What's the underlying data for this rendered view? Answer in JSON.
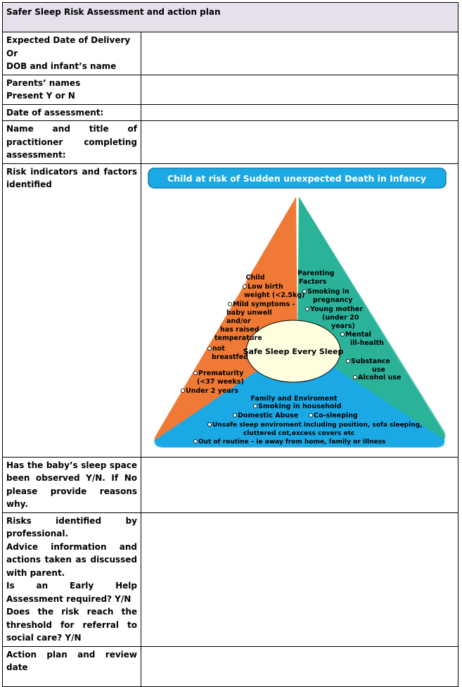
{
  "form": {
    "title": "Safer Sleep Risk Assessment and action plan",
    "rows": [
      {
        "lines": [
          "Expected Date of Delivery",
          "Or",
          "DOB and infant’s name"
        ]
      },
      {
        "lines": [
          "Parents’ names",
          "Present Y or N"
        ]
      },
      {
        "lines": [
          "Date of assessment:"
        ]
      },
      {
        "lines": [
          "Name and title of practitioner completing assessment:"
        ]
      },
      {
        "lines": [
          "Risk indicators and factors identified"
        ]
      },
      {
        "lines": [
          "Has the baby’s sleep space been observed Y/N. If No please provide reasons why."
        ]
      },
      {
        "lines": [
          "Risks identified by professional.",
          "Advice information and actions taken as discussed with parent.",
          "Is an Early Help Assessment required? Y/N",
          "Does the risk reach the threshold for referral to social care? Y/N"
        ]
      },
      {
        "lines": [
          "Action plan and review date"
        ]
      }
    ]
  },
  "diagram": {
    "banner": "Child at risk of Sudden unexpected Death in Infancy",
    "center": "Safe Sleep Every Sleep",
    "colors": {
      "child": "#f07a35",
      "parenting": "#2bb39a",
      "family": "#1ba9e5",
      "banner": "#1ba9e5"
    },
    "child": {
      "heading": "Child",
      "items": [
        "Low birth weight (<2.5kg)",
        "Mild symptoms - baby unwell and/or has raised temperature",
        "not breastfed",
        "Prematurity (<37 weeks)",
        "Under 2 years"
      ]
    },
    "parenting": {
      "heading": "Parenting Factors",
      "items": [
        "Smoking in pregnancy",
        "Young mother (under 20 years)",
        "Mental ill-health",
        "Substance use",
        "Alcohol use"
      ]
    },
    "family": {
      "heading": "Family and Enviroment",
      "items": [
        "Smoking in household",
        "Domestic Abuse",
        "Co-sleeping",
        "Unsafe sleep enviroment including position, sofa sleeping, cluttered cot,excess covers etc",
        "Out of routine – ie away from home, family or illness"
      ]
    }
  }
}
